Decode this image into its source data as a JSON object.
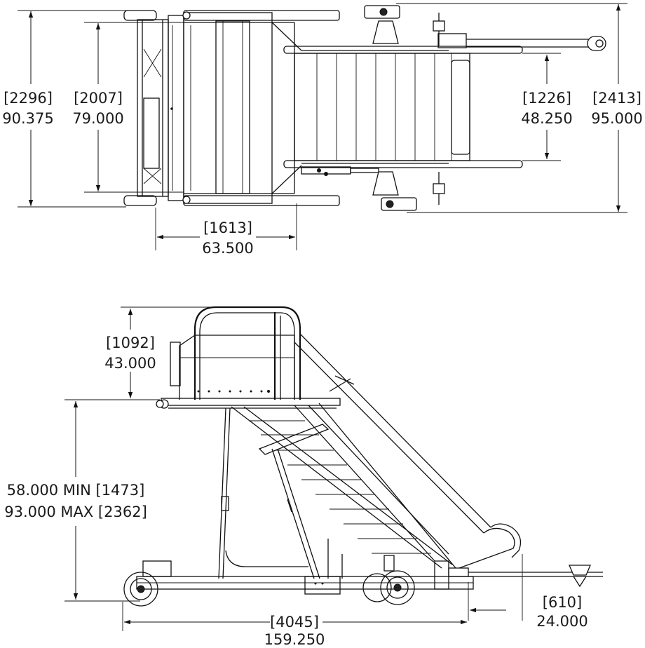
{
  "top_view": {
    "dimensions": [
      {
        "id": "overall_length",
        "mm": "[2296]",
        "inch": "90.375"
      },
      {
        "id": "platform_width",
        "mm": "[2007]",
        "inch": "79.000"
      },
      {
        "id": "base_length",
        "mm": "[1613]",
        "inch": "63.500"
      },
      {
        "id": "stair_width",
        "mm": "[1226]",
        "inch": "48.250"
      },
      {
        "id": "overall_width",
        "mm": "[2413]",
        "inch": "95.000"
      }
    ]
  },
  "side_view": {
    "dimensions": [
      {
        "id": "rail_height",
        "mm": "[1092]",
        "inch": "43.000"
      },
      {
        "id": "platform_height",
        "line1": "58.000 MIN [1473]",
        "line2": "93.000 MAX [2362]"
      },
      {
        "id": "overall_length",
        "mm": "[4045]",
        "inch": "159.250"
      },
      {
        "id": "tow_bar",
        "mm": "[610]",
        "inch": "24.000"
      }
    ]
  }
}
